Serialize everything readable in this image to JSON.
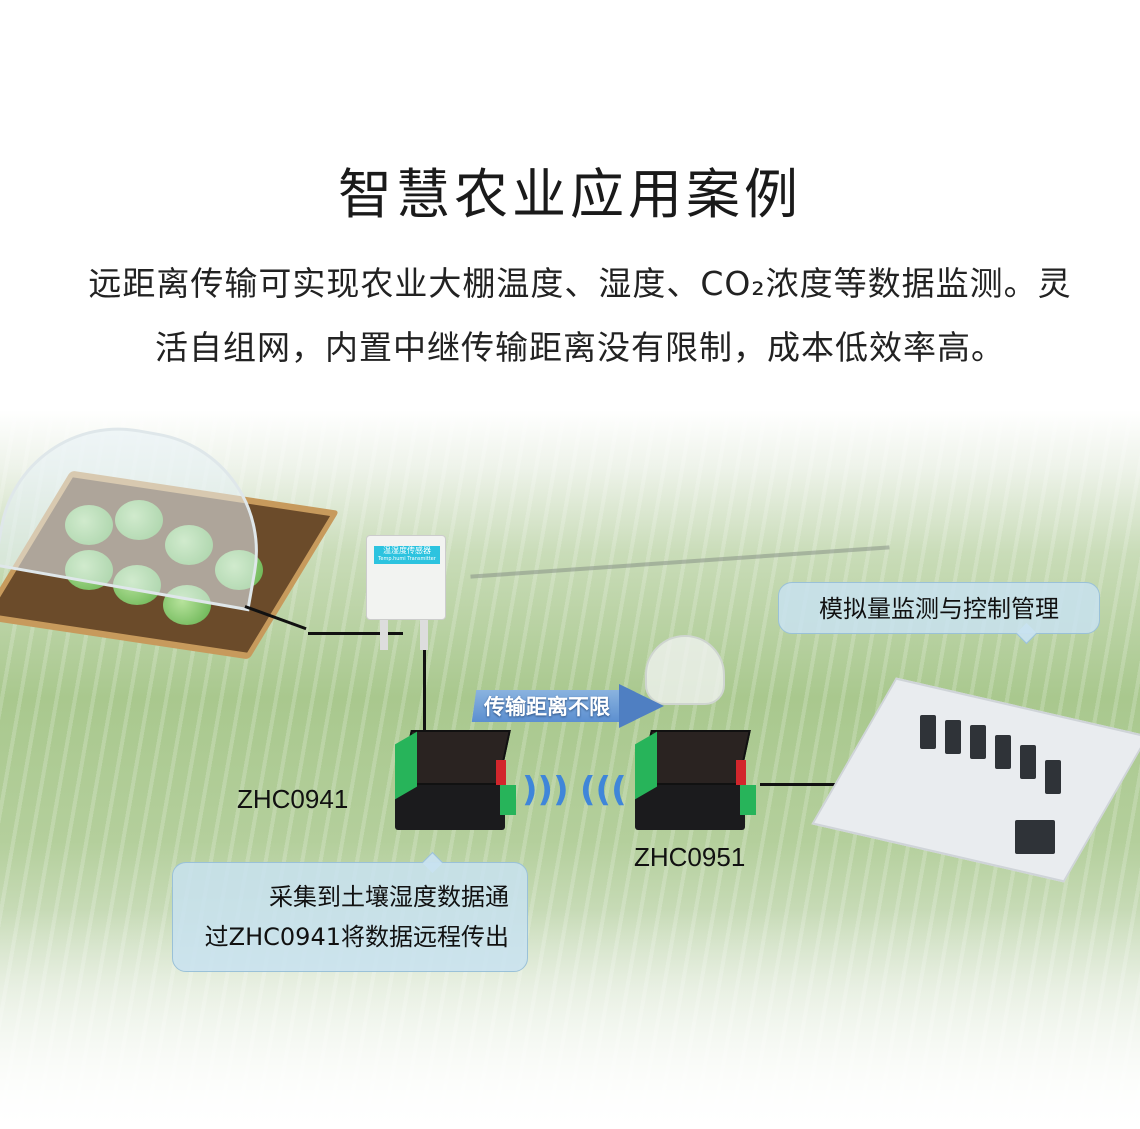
{
  "title": "智慧农业应用案例",
  "description": {
    "line1": "远距离传输可实现农业大棚温度、湿度、CO₂浓度等数据监测。灵",
    "line2": "活自组网，内置中继传输距离没有限制，成本低效率高。"
  },
  "scene": {
    "sensor_label": "温湿度传感器",
    "sensor_sublabel": "Temp.humi Transmitter",
    "arrow_text": "传输距离不限",
    "device_left": "ZHC0941",
    "device_right": "ZHC0951",
    "bubble_top": "模拟量监测与控制管理",
    "bubble_bottom_line1": "采集到土壤湿度数据通",
    "bubble_bottom_line2": "过ZHC0941将数据远程传出",
    "wave_left": ")))",
    "wave_right": "((("
  }
}
